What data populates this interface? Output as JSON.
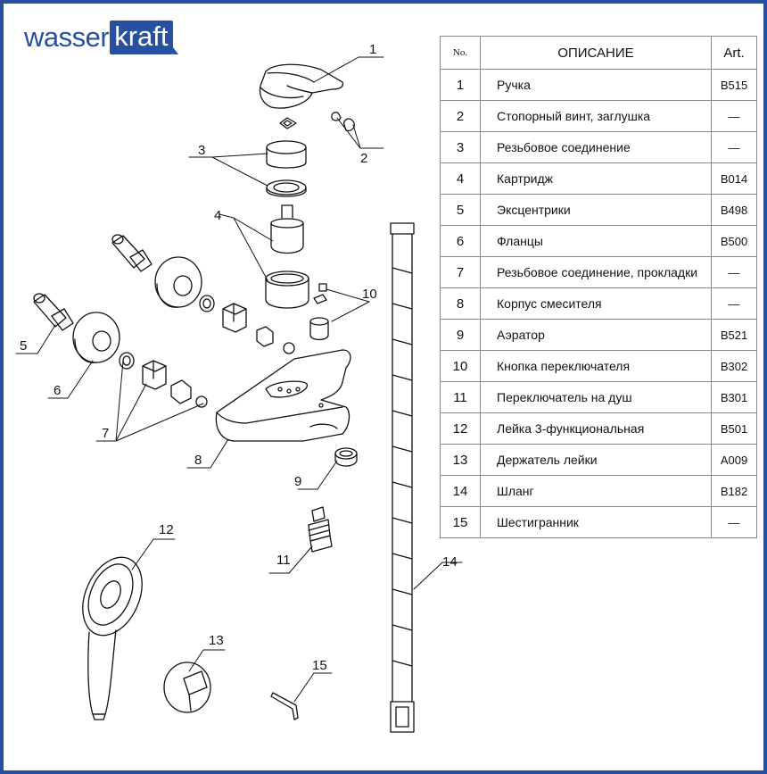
{
  "brand": {
    "part1": "wasser",
    "part2": "kraft"
  },
  "table": {
    "headers": {
      "no": "No.",
      "description": "ОПИСАНИЕ",
      "art": "Art."
    },
    "rows": [
      {
        "no": "1",
        "desc": "Ручка",
        "art": "B515"
      },
      {
        "no": "2",
        "desc": "Стопорный винт, заглушка",
        "art": "—"
      },
      {
        "no": "3",
        "desc": "Резьбовое соединение",
        "art": "—"
      },
      {
        "no": "4",
        "desc": "Картридж",
        "art": "B014"
      },
      {
        "no": "5",
        "desc": "Эксцентрики",
        "art": "B498"
      },
      {
        "no": "6",
        "desc": "Фланцы",
        "art": "B500"
      },
      {
        "no": "7",
        "desc": "Резьбовое соединение, прокладки",
        "art": "—"
      },
      {
        "no": "8",
        "desc": "Корпус смесителя",
        "art": "—"
      },
      {
        "no": "9",
        "desc": "Аэратор",
        "art": "B521"
      },
      {
        "no": "10",
        "desc": "Кнопка переключателя",
        "art": "B302"
      },
      {
        "no": "11",
        "desc": "Переключатель на душ",
        "art": "B301"
      },
      {
        "no": "12",
        "desc": "Лейка 3-функциональная",
        "art": "B501"
      },
      {
        "no": "13",
        "desc": "Держатель лейки",
        "art": "A009"
      },
      {
        "no": "14",
        "desc": "Шланг",
        "art": "B182"
      },
      {
        "no": "15",
        "desc": "Шестигранник",
        "art": "—"
      }
    ]
  },
  "callouts": [
    "1",
    "2",
    "3",
    "4",
    "5",
    "6",
    "7",
    "8",
    "9",
    "10",
    "11",
    "12",
    "13",
    "14",
    "15"
  ]
}
